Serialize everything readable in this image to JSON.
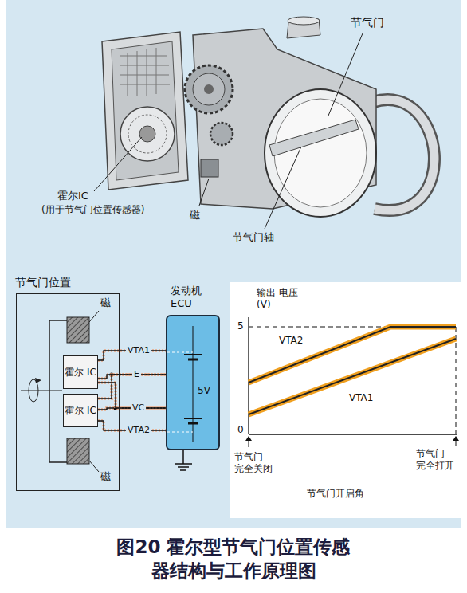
{
  "diagram": {
    "caption": "图20 霍尔型节气门位置传感器结构与工作原理图",
    "nodes": [
      {
        "text": [
          "节气门位置"
        ]
      },
      {
        "text": [
          "霍尔 IC"
        ],
        "in": 0
      },
      {
        "text": [
          "霍尔 IC"
        ],
        "in": 0
      },
      {
        "text": [
          "发动机 ECU",
          "5V"
        ]
      }
    ],
    "edges": [
      {
        "from": 1,
        "to": 3,
        "label": "VTA1",
        "arrow": "none"
      },
      {
        "from": 1,
        "to": 3,
        "label": "E",
        "arrow": "none"
      },
      {
        "from": 2,
        "to": 3,
        "arrow": "none"
      },
      {
        "from": 2,
        "to": 3,
        "label": "VC",
        "arrow": "none"
      },
      {
        "from": 1,
        "to": 3,
        "arrow": "none"
      },
      {
        "from": 2,
        "to": 3,
        "label": "VTA2",
        "arrow": "none"
      }
    ],
    "labels": [
      "节气门",
      "霍尔IC",
      "(用于节气门位置传感器)",
      "磁",
      "节气门轴",
      "磁",
      "磁",
      "输出 电压(V)",
      "5",
      "VTA2",
      "VTA1",
      "0",
      "节气门 完全关闭",
      "节气门 完全打开",
      "节气门开启角"
    ]
  }
}
